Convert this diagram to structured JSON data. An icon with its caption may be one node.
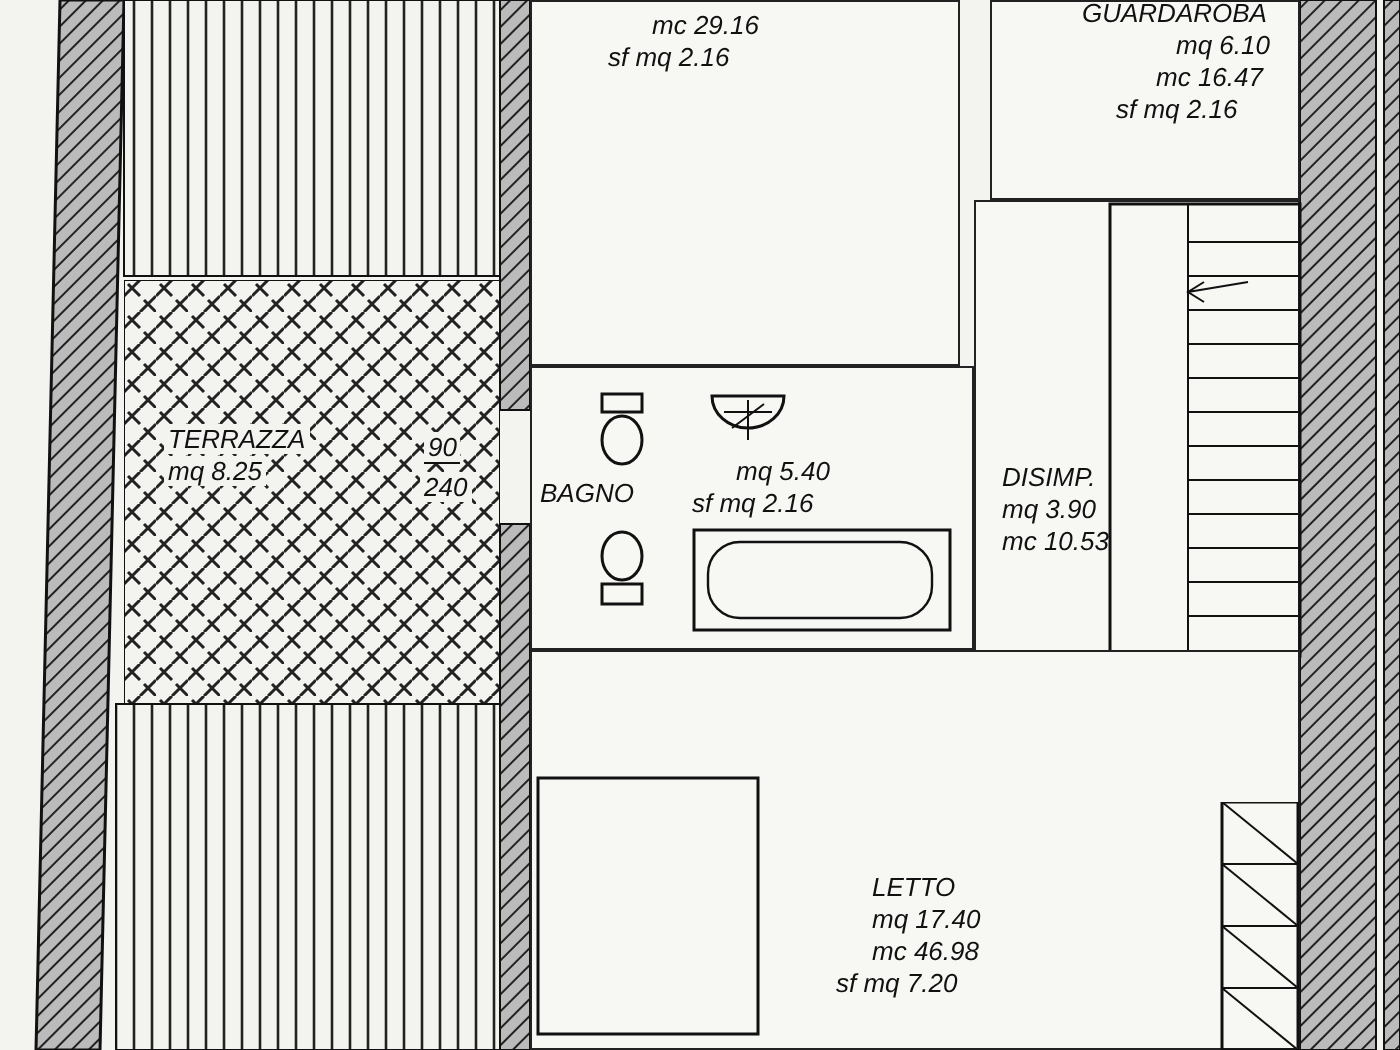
{
  "diagram": {
    "nodes": [
      {
        "text": [
          "mc 29.16",
          "sf mq 2.16"
        ]
      },
      {
        "text": [
          "GUARDAROBA",
          "mq 6.10",
          "mc 16.47",
          "sf mq 2.16"
        ]
      },
      {
        "text": [
          "TERRAZZA",
          "mq 8.25"
        ]
      },
      {
        "text": [
          "BAGNO",
          "mq 5.40",
          "sf mq 2.16"
        ]
      },
      {
        "text": [
          "DISIMP.",
          "mq 3.90",
          "mc 10.53"
        ]
      },
      {
        "text": [
          "LETTO",
          "mq 17.40",
          "mc 46.98",
          "sf mq 7.20"
        ]
      }
    ],
    "edges": [],
    "labels": [
      "90",
      "240"
    ]
  }
}
